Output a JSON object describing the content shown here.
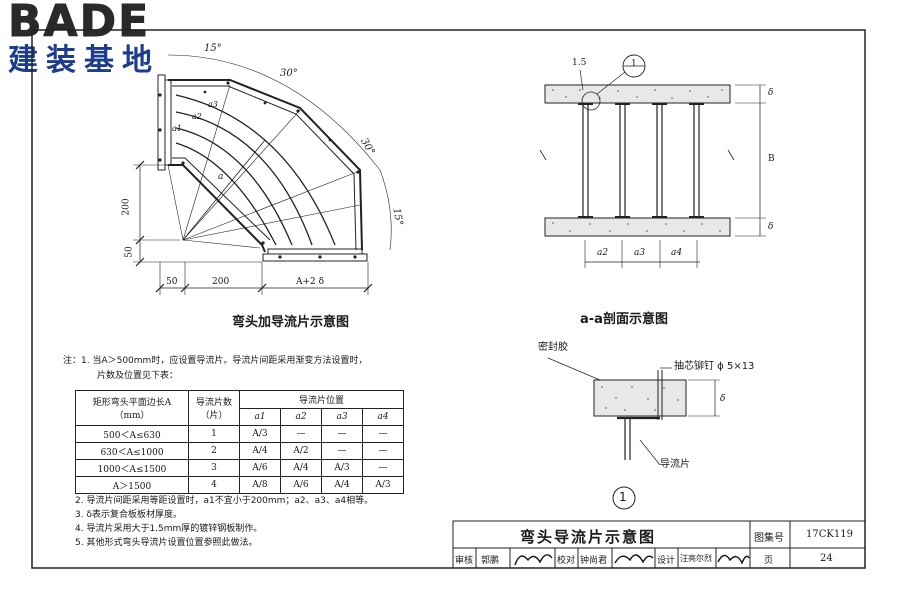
{
  "logo": {
    "brand": "BADE",
    "subtitle": "建装基地"
  },
  "left_drawing": {
    "caption": "弯头加导流片示意图",
    "angle_labels": [
      "15°",
      "30°",
      "30°",
      "15°"
    ],
    "dim_labels": [
      "200",
      "50",
      "50",
      "200",
      "A+2 δ",
      "a",
      "a1",
      "a2",
      "a3"
    ]
  },
  "right_drawing": {
    "caption": "a-a剖面示意图",
    "labels": {
      "top_marker": "1.5",
      "callout": "1",
      "delta_top": "δ",
      "b": "B",
      "delta_bottom": "δ",
      "a2": "a2",
      "a3": "a3",
      "a4": "a4"
    }
  },
  "detail": {
    "seal_label": "密封胶",
    "rivet_label": "抽芯铆钉 ϕ 5×13",
    "delta": "δ",
    "vane_label": "导流片",
    "detail_no": "1"
  },
  "notes": {
    "note1_a": "注：1. 当A＞500mm时，应设置导流片。导流片间距采用渐变方法设置时，",
    "note1_b": "片数及位置见下表：",
    "note2": "2. 导流片间距采用等距设置时，a1不宜小于200mm；a2、a3、a4相等。",
    "note3": "3. δ表示复合板板材厚度。",
    "note4": "4. 导流片采用大于1.5mm厚的镀锌钢板制作。",
    "note5": "5. 其他形式弯头导流片设置位置参照此做法。"
  },
  "vane_table": {
    "header_col1": "矩形弯头平面边长A",
    "header_col1_unit": "（mm）",
    "header_col2": "导流片数",
    "header_col2_unit": "（片）",
    "header_group": "导流片位置",
    "sub_headers": [
      "a1",
      "a2",
      "a3",
      "a4"
    ],
    "rows": [
      [
        "500＜A≤630",
        "1",
        "A/3",
        "—",
        "—",
        "—"
      ],
      [
        "630＜A≤1000",
        "2",
        "A/4",
        "A/2",
        "—",
        "—"
      ],
      [
        "1000＜A≤1500",
        "3",
        "A/6",
        "A/4",
        "A/3",
        "—"
      ],
      [
        "A＞1500",
        "4",
        "A/8",
        "A/6",
        "A/4",
        "A/3"
      ]
    ]
  },
  "title_block": {
    "title": "弯头导流片示意图",
    "atlas_label": "图集号",
    "atlas_no": "17CK119",
    "review_label": "审核",
    "reviewer": "郭鹏",
    "check_label": "校对",
    "checker": "钟尚君",
    "design_label": "设计",
    "designer": "汪亮尔烈",
    "page_label": "页",
    "page_no": "24"
  }
}
